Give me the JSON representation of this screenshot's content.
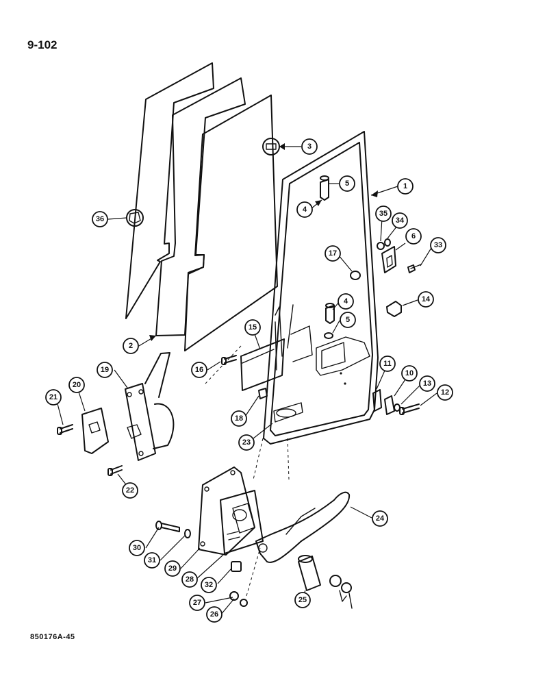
{
  "page_number": "9-102",
  "drawing_id": "850176A-45",
  "callouts": [
    {
      "label": "1"
    },
    {
      "label": "2"
    },
    {
      "label": "3"
    },
    {
      "label": "4"
    },
    {
      "label": "4"
    },
    {
      "label": "5"
    },
    {
      "label": "5"
    },
    {
      "label": "6"
    },
    {
      "label": "10"
    },
    {
      "label": "11"
    },
    {
      "label": "12"
    },
    {
      "label": "13"
    },
    {
      "label": "14"
    },
    {
      "label": "15"
    },
    {
      "label": "16"
    },
    {
      "label": "17"
    },
    {
      "label": "18"
    },
    {
      "label": "19"
    },
    {
      "label": "20"
    },
    {
      "label": "21"
    },
    {
      "label": "22"
    },
    {
      "label": "23"
    },
    {
      "label": "24"
    },
    {
      "label": "25"
    },
    {
      "label": "26"
    },
    {
      "label": "27"
    },
    {
      "label": "28"
    },
    {
      "label": "29"
    },
    {
      "label": "30"
    },
    {
      "label": "31"
    },
    {
      "label": "32"
    },
    {
      "label": "33"
    },
    {
      "label": "34"
    },
    {
      "label": "35"
    },
    {
      "label": "36"
    }
  ]
}
